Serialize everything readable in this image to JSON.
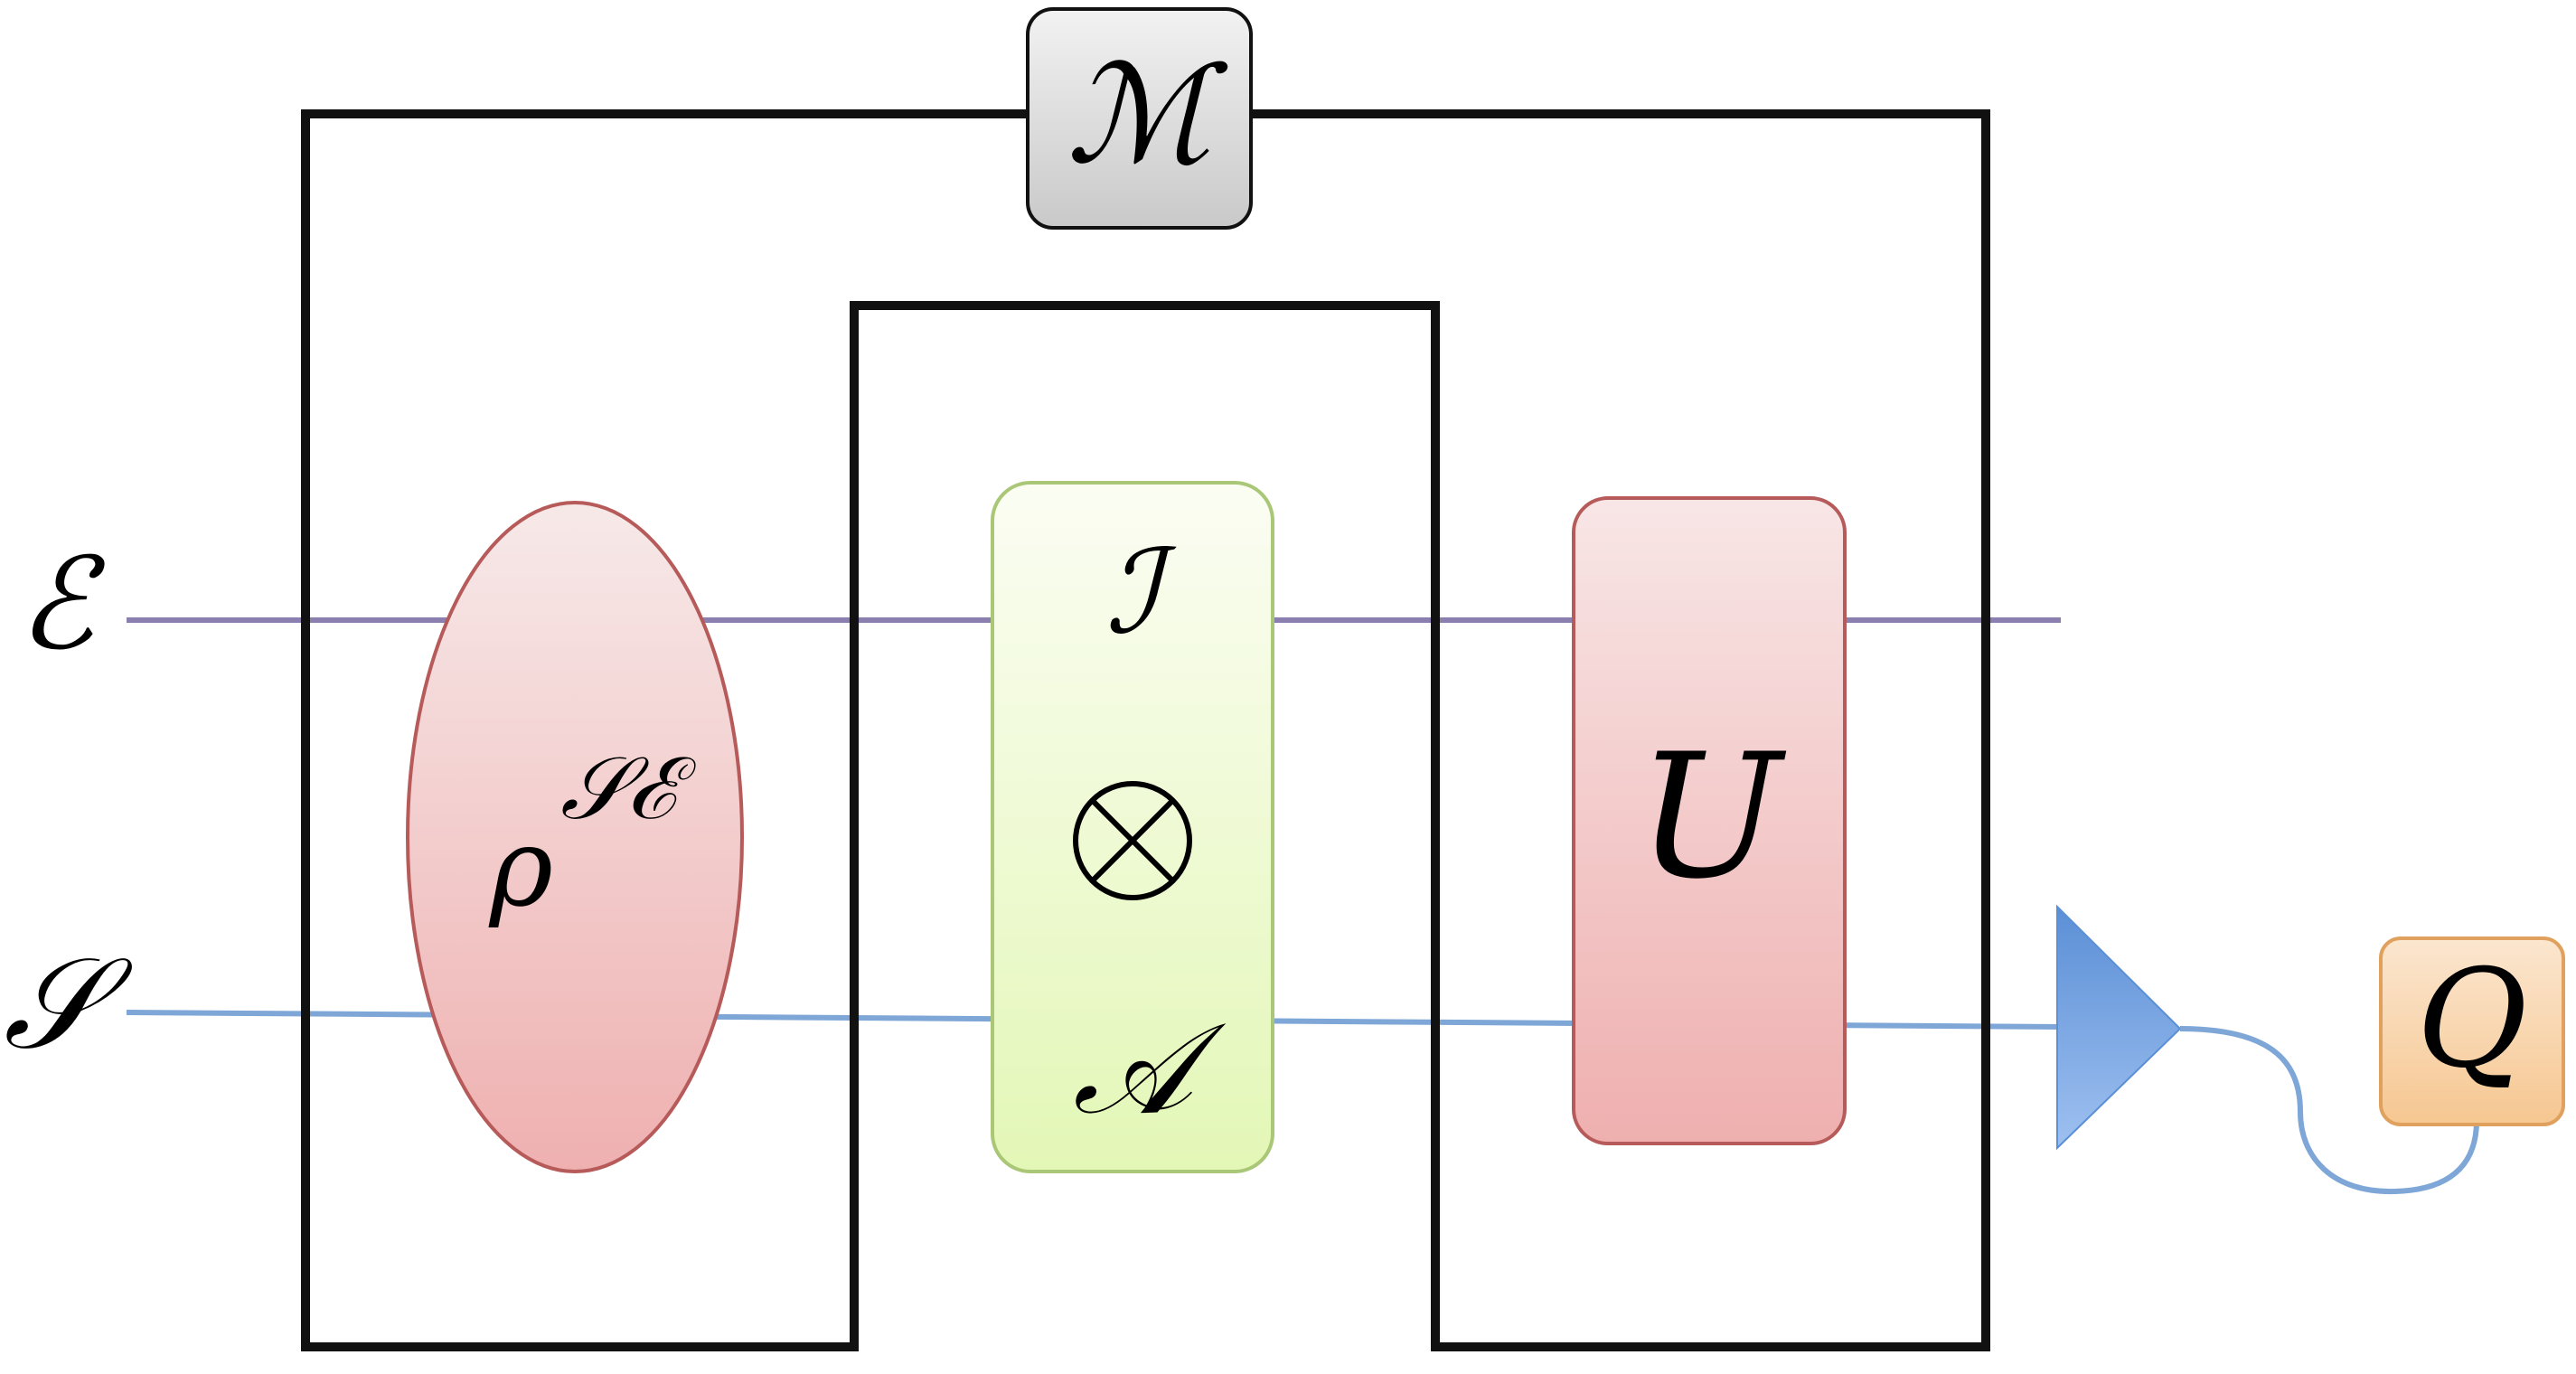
{
  "wires": {
    "environment_label": "ℰ",
    "system_label": "𝒮",
    "environment_color": "#8a7fae",
    "system_color": "#7ea6d6"
  },
  "state": {
    "label_base": "ρ",
    "label_superscript": "𝒮ℰ",
    "fill_top": "#f7e9e9",
    "fill_bottom": "#efb0b0",
    "stroke": "#b65a5a"
  },
  "comb": {
    "label": "ℳ",
    "fill_top": "#f2f2f2",
    "fill_bottom": "#c9c9c9"
  },
  "intervention": {
    "top_label": "ℐ",
    "middle_label": "⊗",
    "bottom_label": "𝒜",
    "fill_top": "#fbfdf3",
    "fill_bottom": "#e3f7b6",
    "stroke": "#a9c777"
  },
  "unitary": {
    "label": "U",
    "fill_top": "#f8e6e6",
    "fill_bottom": "#efafaf",
    "stroke": "#b65a5a"
  },
  "detector": {
    "fill_top": "#5b8fd6",
    "fill_bottom": "#9ec0f0"
  },
  "outcome": {
    "label": "Q",
    "fill_top": "#fbe6cf",
    "fill_bottom": "#f6c791",
    "stroke": "#e1a15e"
  }
}
